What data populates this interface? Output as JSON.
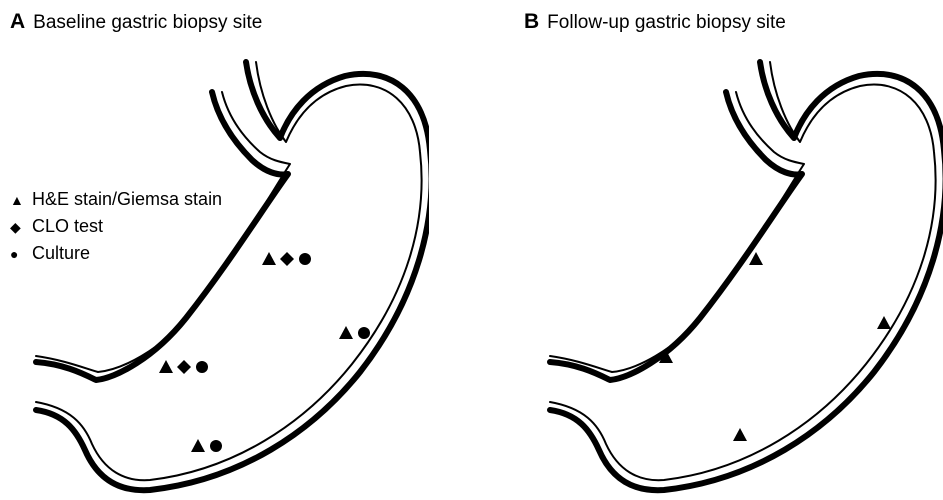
{
  "panels": [
    {
      "letter": "A",
      "title": "Baseline gastric biopsy site"
    },
    {
      "letter": "B",
      "title": "Follow-up gastric biopsy site"
    }
  ],
  "legend": [
    {
      "icon": "triangle-icon",
      "symbol": "▲",
      "label": "H&E stain/Giemsa stain"
    },
    {
      "icon": "diamond-icon",
      "symbol": "◆",
      "label": "CLO test"
    },
    {
      "icon": "circle-icon",
      "symbol": "●",
      "label": "Culture"
    }
  ],
  "biopsy_sites": {
    "baseline": [
      {
        "site": "lesser-curvature-body",
        "markers": [
          "triangle",
          "diamond",
          "circle"
        ]
      },
      {
        "site": "greater-curvature-body",
        "markers": [
          "triangle",
          "circle"
        ]
      },
      {
        "site": "lesser-curvature-antrum",
        "markers": [
          "triangle",
          "diamond",
          "circle"
        ]
      },
      {
        "site": "greater-curvature-antrum",
        "markers": [
          "triangle",
          "circle"
        ]
      }
    ],
    "followup": [
      {
        "site": "lesser-curvature-body",
        "markers": [
          "triangle"
        ]
      },
      {
        "site": "greater-curvature-body",
        "markers": [
          "triangle"
        ]
      },
      {
        "site": "lesser-curvature-antrum",
        "markers": [
          "triangle"
        ]
      },
      {
        "site": "greater-curvature-antrum",
        "markers": [
          "triangle"
        ]
      }
    ]
  },
  "colors": {
    "outline": "#000000",
    "background": "#ffffff"
  }
}
